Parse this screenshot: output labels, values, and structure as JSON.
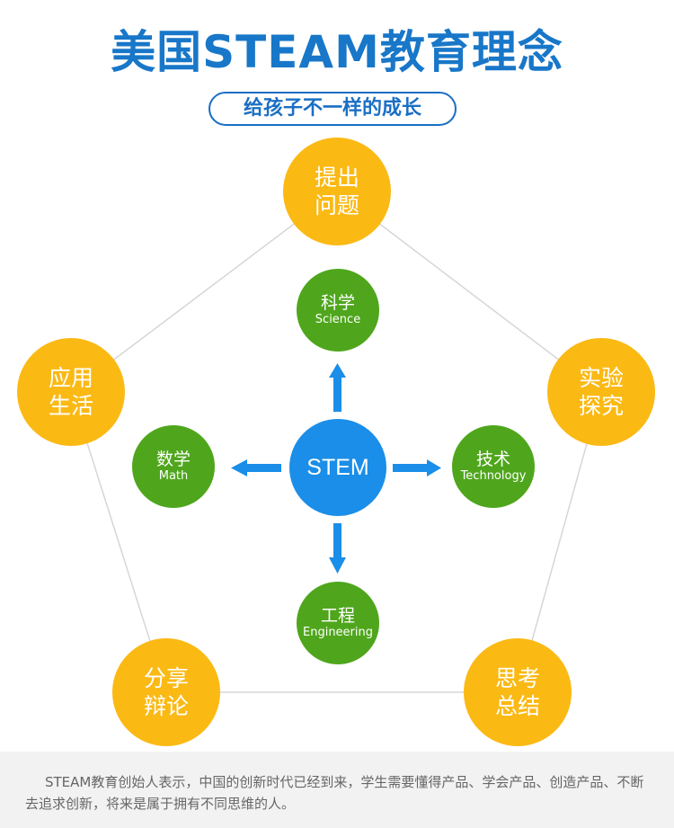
{
  "header": {
    "title": "美国STEAM教育理念",
    "subtitle": "给孩子不一样的成长"
  },
  "outer_nodes": {
    "top": [
      "提出",
      "问题"
    ],
    "right": [
      "实验",
      "探究"
    ],
    "bottom_right": [
      "思考",
      "总结"
    ],
    "bottom_left": [
      "分享",
      "辩论"
    ],
    "left": [
      "应用",
      "生活"
    ]
  },
  "center_node": {
    "label": "STEM"
  },
  "inner_nodes": {
    "science": {
      "cn": "科学",
      "en": "Science"
    },
    "technology": {
      "cn": "技术",
      "en": "Technology"
    },
    "engineering": {
      "cn": "工程",
      "en": "Engineering"
    },
    "math": {
      "cn": "数学",
      "en": "Math"
    }
  },
  "footer": {
    "text": "STEAM教育创始人表示，中国的创新时代已经到来，学生需要懂得产品、学会产品、创造产品、不断去追求创新，将来是属于拥有不同思维的人。"
  },
  "colors": {
    "title_blue": "#1877c8",
    "outer_yellow": "#fbb914",
    "inner_green": "#4fa61c",
    "center_blue": "#1a8ee8",
    "arrow_blue": "#1a8ee8",
    "line_gray": "#d6d6d6"
  }
}
